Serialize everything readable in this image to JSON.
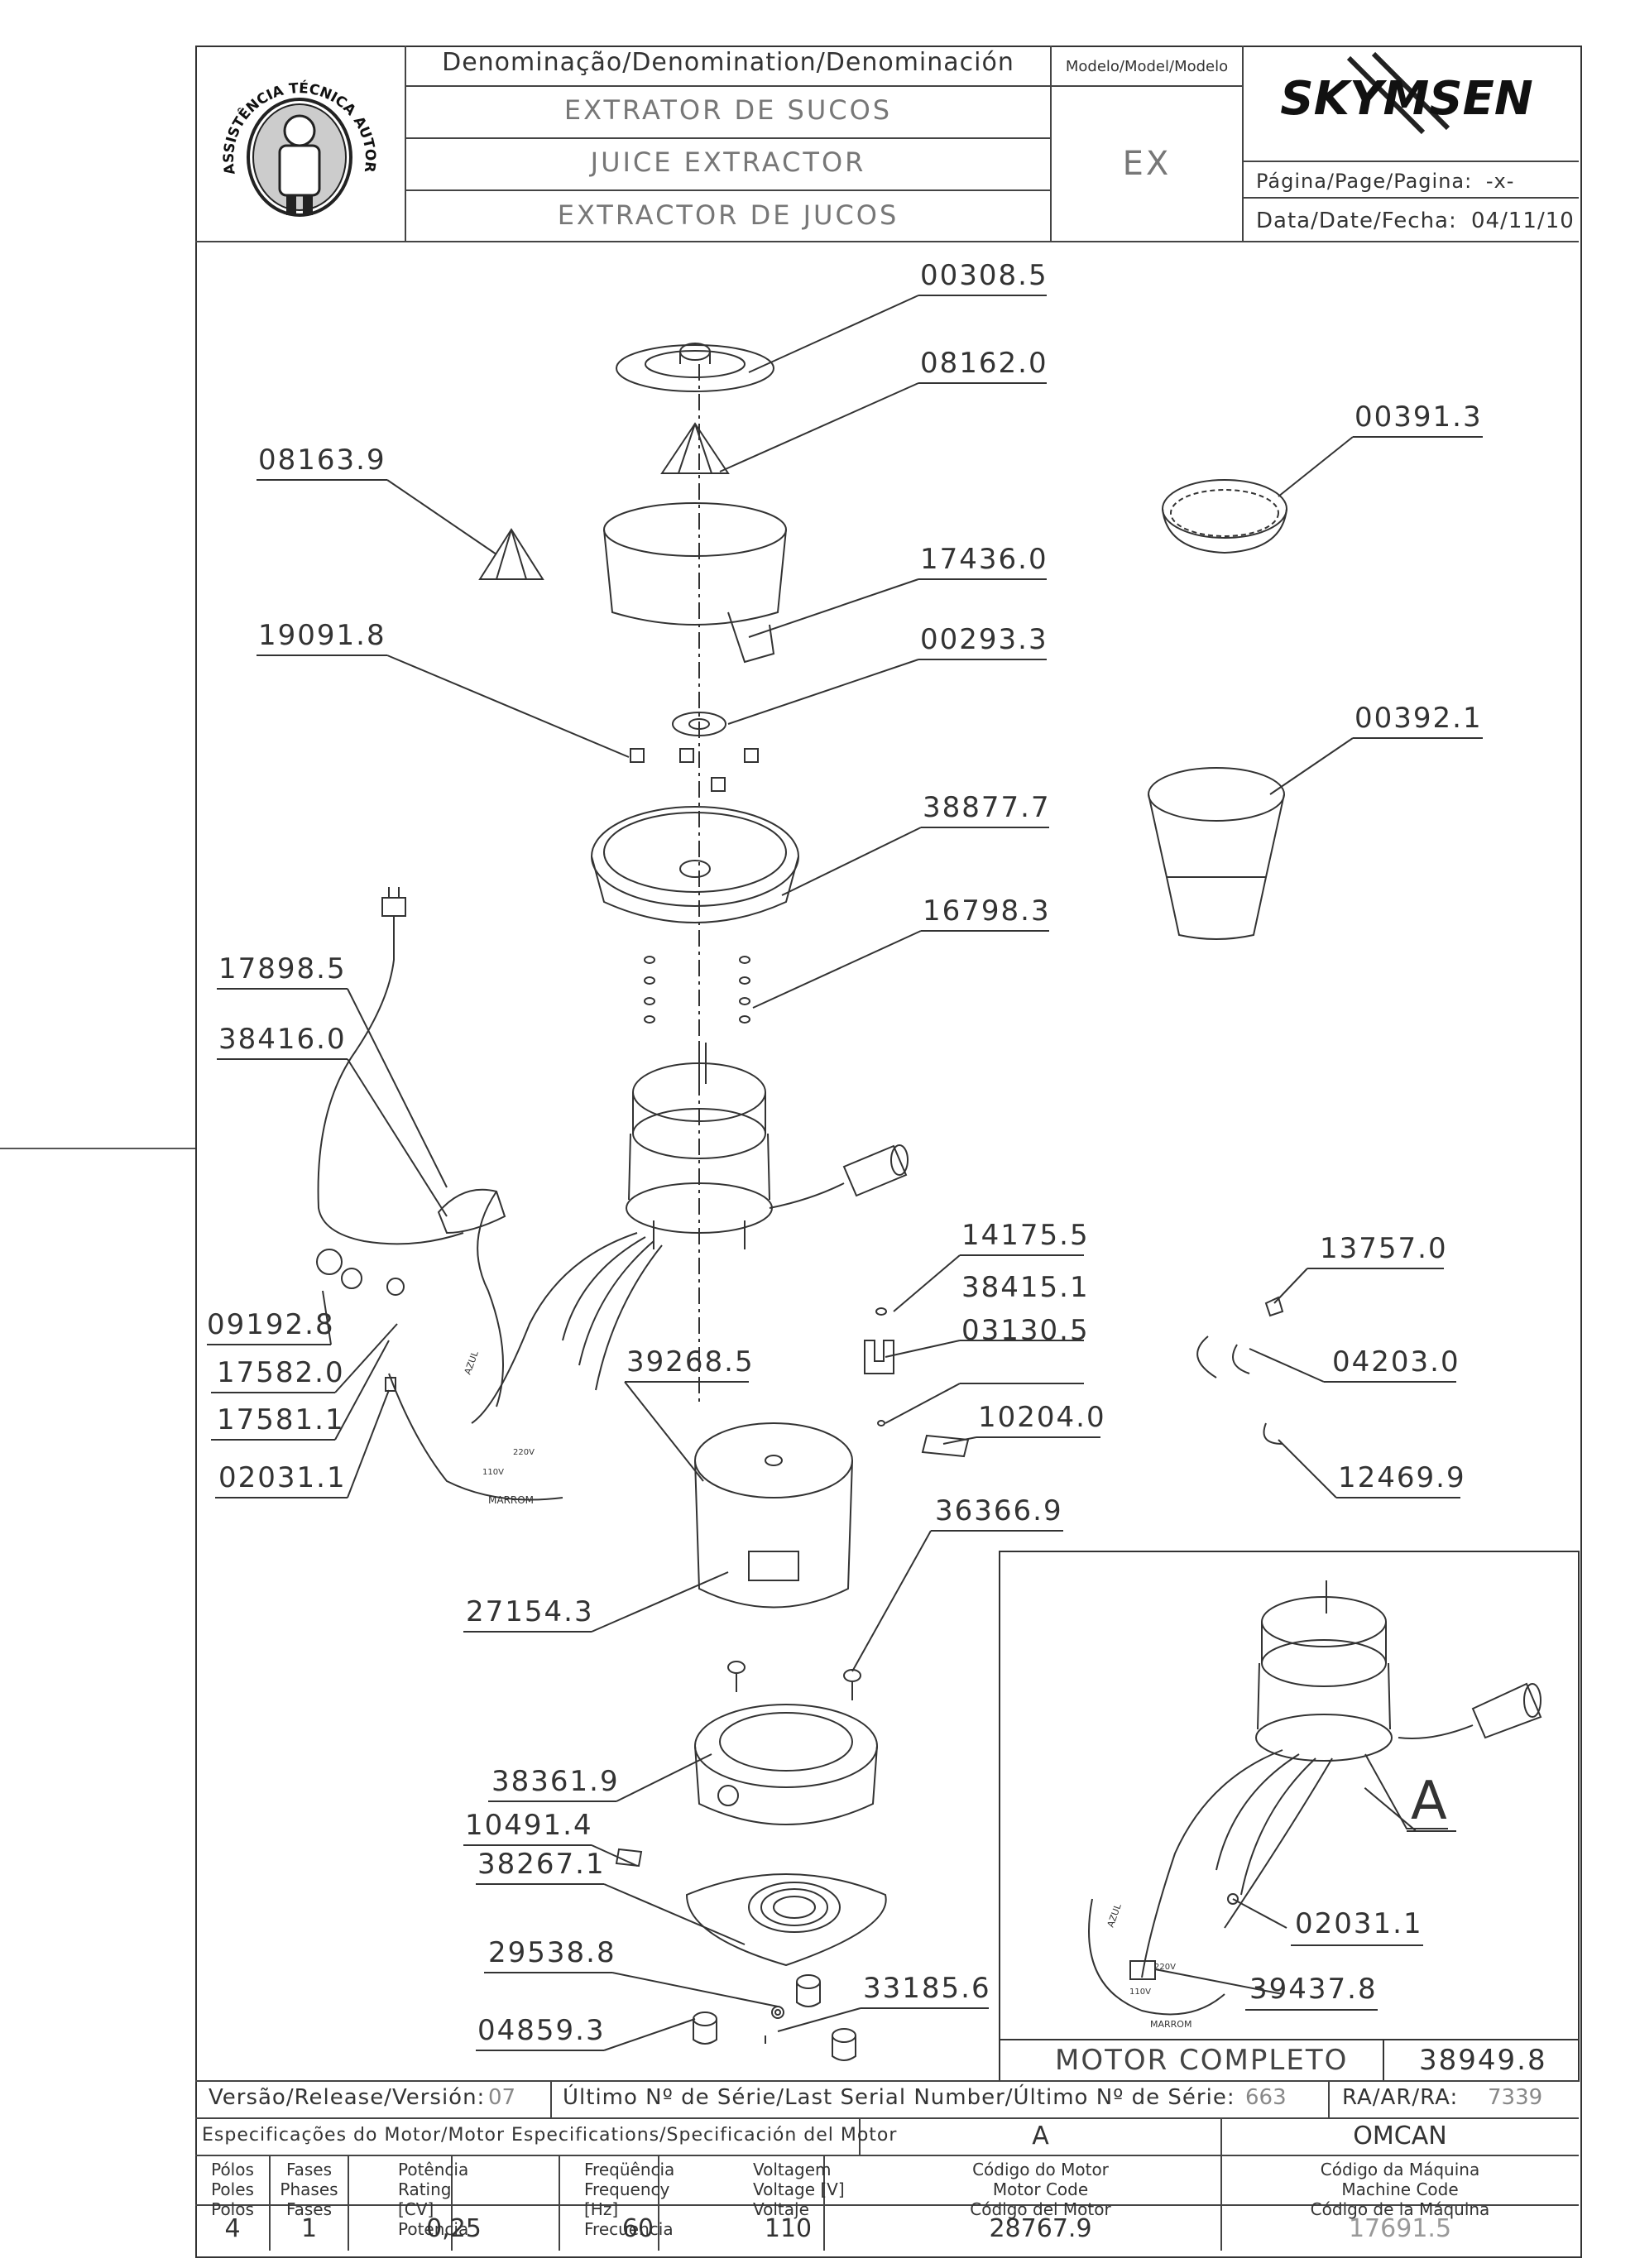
{
  "header": {
    "denomination_label": "Denominação/Denomination/Denominación",
    "model_label": "Modelo/Model/Modelo",
    "names": [
      "EXTRATOR DE SUCOS",
      "JUICE EXTRACTOR",
      "EXTRACTOR DE JUCOS"
    ],
    "model": "EX",
    "brand": "SKYMSEN",
    "page_label": "Página/Page/Pagina:",
    "page_value": "-x-",
    "date_label": "Data/Date/Fecha:",
    "date_value": "04/11/10",
    "seal_text": "ASSISTÊNCIA TÉCNICA AUTORIZADA"
  },
  "parts": {
    "p00308_5": "00308.5",
    "p08162_0": "08162.0",
    "p00391_3": "00391.3",
    "p08163_9": "08163.9",
    "p17436_0": "17436.0",
    "p19091_8": "19091.8",
    "p00293_3": "00293.3",
    "p00392_1": "00392.1",
    "p38877_7": "38877.7",
    "p16798_3": "16798.3",
    "p17898_5": "17898.5",
    "p38416_0": "38416.0",
    "p14175_5": "14175.5",
    "p13757_0": "13757.0",
    "p38415_1": "38415.1",
    "p03130_5": "03130.5",
    "p09192_8": "09192.8",
    "p04203_0": "04203.0",
    "p17582_0": "17582.0",
    "p39268_5": "39268.5",
    "p17581_1": "17581.1",
    "p10204_0": "10204.0",
    "p12469_9": "12469.9",
    "p02031_1": "02031.1",
    "p36366_9": "36366.9",
    "p27154_3": "27154.3",
    "p38361_9": "38361.9",
    "p10491_4": "10491.4",
    "p38267_1": "38267.1",
    "p29538_8": "29538.8",
    "p33185_6": "33185.6",
    "p04859_3": "04859.3",
    "inset_letter": "A",
    "inset_02031_1": "02031.1",
    "inset_39437_8": "39437.8"
  },
  "wire_labels": {
    "marrom": "MARROM",
    "azul": "AZUL",
    "v220": "220V",
    "v110": "110V"
  },
  "motor_box": {
    "label": "MOTOR COMPLETO",
    "code": "38949.8"
  },
  "release_row": {
    "version_label": "Versão/Release/Versión:",
    "version_value": "07",
    "serial_label": "Último Nº de Série/Last Serial Number/Último Nº de Série:",
    "serial_value": "663",
    "ra_label": "RA/AR/RA:",
    "ra_value": "7339"
  },
  "spec_table": {
    "title": "Especificações do Motor/Motor Especifications/Specificación del Motor",
    "variant": "A",
    "client": "OMCAN",
    "columns": [
      [
        "Pólos",
        "Poles",
        "Polos"
      ],
      [
        "Fases",
        "Phases",
        "Fases"
      ],
      [
        "Potência",
        "Rating [CV]",
        "Potencia"
      ],
      [
        "Freqüência",
        "Frequency [Hz]",
        "Frecuencia"
      ],
      [
        "Voltagem",
        "Voltage [V]",
        "Voltaje"
      ],
      [
        "Código do Motor",
        "Motor Code",
        "Código del Motor"
      ],
      [
        "Código da Máquina",
        "Machine Code",
        "Código de la Máquina"
      ]
    ],
    "values": [
      "4",
      "1",
      "0,25",
      "60",
      "110",
      "28767.9",
      "17691.5"
    ]
  }
}
